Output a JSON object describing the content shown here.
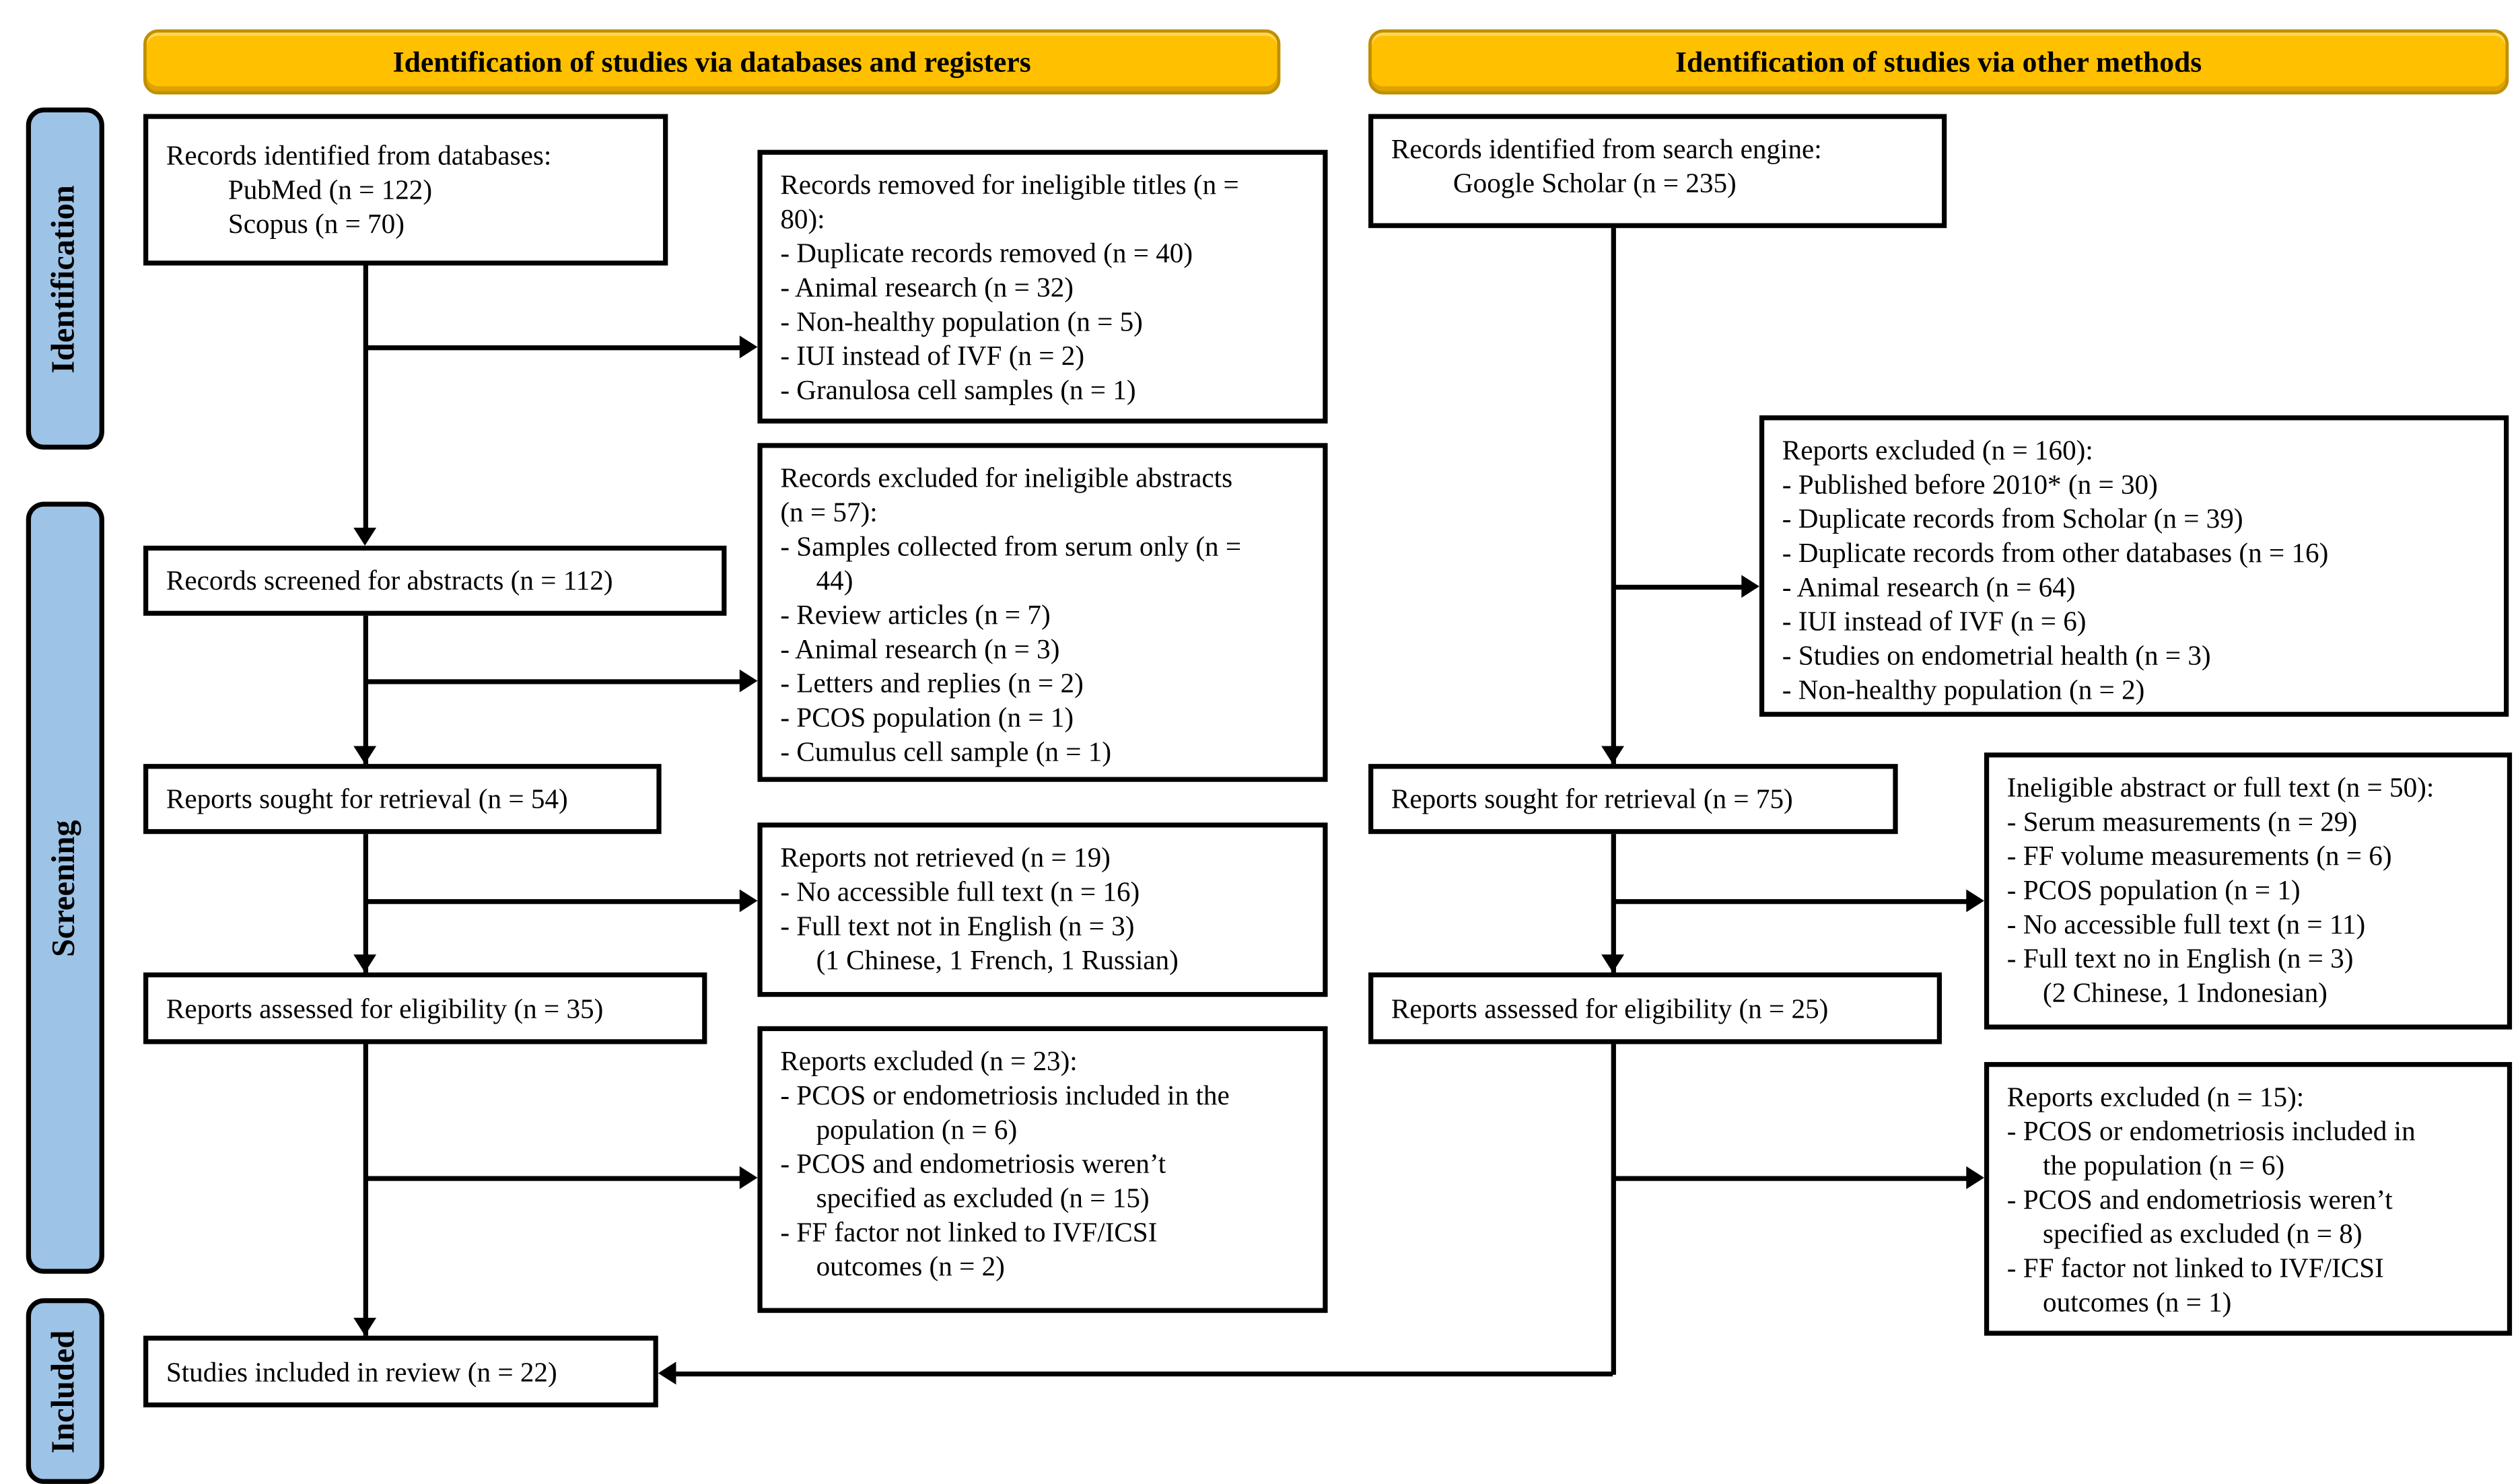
{
  "colors": {
    "header_fill": "#FFC000",
    "header_border": "#BF9000",
    "sidebar_fill": "#9DC3E6",
    "box_border": "#000000"
  },
  "headers": {
    "left": "Identification of studies via databases and registers",
    "right": "Identification of studies via other methods"
  },
  "sidebar": {
    "identification": "Identification",
    "screening": "Screening",
    "included": "Included"
  },
  "left_column": {
    "records_identified": {
      "lines": [
        {
          "t": "Records identified from databases:",
          "i": 0
        },
        {
          "t": "PubMed (n = 122)",
          "i": 2
        },
        {
          "t": "Scopus (n = 70)",
          "i": 2
        }
      ]
    },
    "records_removed_titles": {
      "lines": [
        {
          "t": "Records removed for ineligible titles (n =",
          "i": 0
        },
        {
          "t": "80):",
          "i": 0
        },
        {
          "t": "- Duplicate records removed (n = 40)",
          "i": 0
        },
        {
          "t": "- Animal research (n = 32)",
          "i": 0
        },
        {
          "t": "- Non-healthy population (n = 5)",
          "i": 0
        },
        {
          "t": "- IUI instead of IVF (n = 2)",
          "i": 0
        },
        {
          "t": "- Granulosa cell samples (n = 1)",
          "i": 0
        }
      ]
    },
    "records_screened": {
      "text": "Records screened for abstracts (n = 112)"
    },
    "records_excluded_abstracts": {
      "lines": [
        {
          "t": "Records excluded for ineligible abstracts",
          "i": 0
        },
        {
          "t": "(n = 57):",
          "i": 0
        },
        {
          "t": "- Samples collected from serum only (n =",
          "i": 0
        },
        {
          "t": "44)",
          "i": 1
        },
        {
          "t": "- Review articles (n = 7)",
          "i": 0
        },
        {
          "t": "- Animal research (n = 3)",
          "i": 0
        },
        {
          "t": "- Letters and replies (n = 2)",
          "i": 0
        },
        {
          "t": "- PCOS population (n = 1)",
          "i": 0
        },
        {
          "t": "- Cumulus cell sample (n = 1)",
          "i": 0
        }
      ]
    },
    "reports_sought": {
      "text": "Reports sought for retrieval (n = 54)"
    },
    "reports_not_retrieved": {
      "lines": [
        {
          "t": "Reports not retrieved (n = 19)",
          "i": 0
        },
        {
          "t": "- No accessible full text (n = 16)",
          "i": 0
        },
        {
          "t": "- Full text not in English (n = 3)",
          "i": 0
        },
        {
          "t": "(1 Chinese, 1 French, 1 Russian)",
          "i": 1
        }
      ]
    },
    "reports_assessed": {
      "text": "Reports assessed for eligibility (n = 35)"
    },
    "reports_excluded": {
      "lines": [
        {
          "t": "Reports excluded (n = 23):",
          "i": 0
        },
        {
          "t": "- PCOS or endometriosis included in the",
          "i": 0
        },
        {
          "t": "population (n = 6)",
          "i": 1
        },
        {
          "t": "- PCOS and endometriosis weren’t",
          "i": 0
        },
        {
          "t": "specified as excluded (n = 15)",
          "i": 1
        },
        {
          "t": "- FF factor not linked to IVF/ICSI",
          "i": 0
        },
        {
          "t": "outcomes (n = 2)",
          "i": 1
        }
      ]
    },
    "studies_included": {
      "text": "Studies included in review (n = 22)"
    }
  },
  "right_column": {
    "records_identified_search": {
      "lines": [
        {
          "t": "Records identified from search engine:",
          "i": 0
        },
        {
          "t": "Google Scholar (n = 235)",
          "i": 2
        }
      ]
    },
    "reports_excluded_160": {
      "lines": [
        {
          "t": "Reports excluded (n = 160):",
          "i": 0
        },
        {
          "t": "- Published before 2010* (n = 30)",
          "i": 0
        },
        {
          "t": "- Duplicate records from Scholar (n = 39)",
          "i": 0
        },
        {
          "t": "- Duplicate records from other databases (n = 16)",
          "i": 0
        },
        {
          "t": "- Animal research (n = 64)",
          "i": 0
        },
        {
          "t": "- IUI instead of IVF (n = 6)",
          "i": 0
        },
        {
          "t": "- Studies on endometrial health (n = 3)",
          "i": 0
        },
        {
          "t": "- Non-healthy population (n = 2)",
          "i": 0
        }
      ]
    },
    "reports_sought": {
      "text": "Reports sought for retrieval (n = 75)"
    },
    "ineligible_abstract_fulltext": {
      "lines": [
        {
          "t": "Ineligible abstract or full text (n = 50):",
          "i": 0
        },
        {
          "t": "- Serum measurements (n = 29)",
          "i": 0
        },
        {
          "t": "- FF volume measurements (n = 6)",
          "i": 0
        },
        {
          "t": "- PCOS population (n = 1)",
          "i": 0
        },
        {
          "t": "- No accessible full text (n = 11)",
          "i": 0
        },
        {
          "t": "- Full text no in English (n = 3)",
          "i": 0
        },
        {
          "t": "(2 Chinese, 1 Indonesian)",
          "i": 1
        }
      ]
    },
    "reports_assessed": {
      "text": "Reports assessed for eligibility (n = 25)"
    },
    "reports_excluded_15": {
      "lines": [
        {
          "t": "Reports excluded (n = 15):",
          "i": 0
        },
        {
          "t": "- PCOS or endometriosis included in",
          "i": 0
        },
        {
          "t": "the population (n = 6)",
          "i": 1
        },
        {
          "t": "- PCOS and endometriosis weren’t",
          "i": 0
        },
        {
          "t": "specified as excluded (n = 8)",
          "i": 1
        },
        {
          "t": "- FF factor not linked to IVF/ICSI",
          "i": 0
        },
        {
          "t": "outcomes (n = 1)",
          "i": 1
        }
      ]
    }
  }
}
